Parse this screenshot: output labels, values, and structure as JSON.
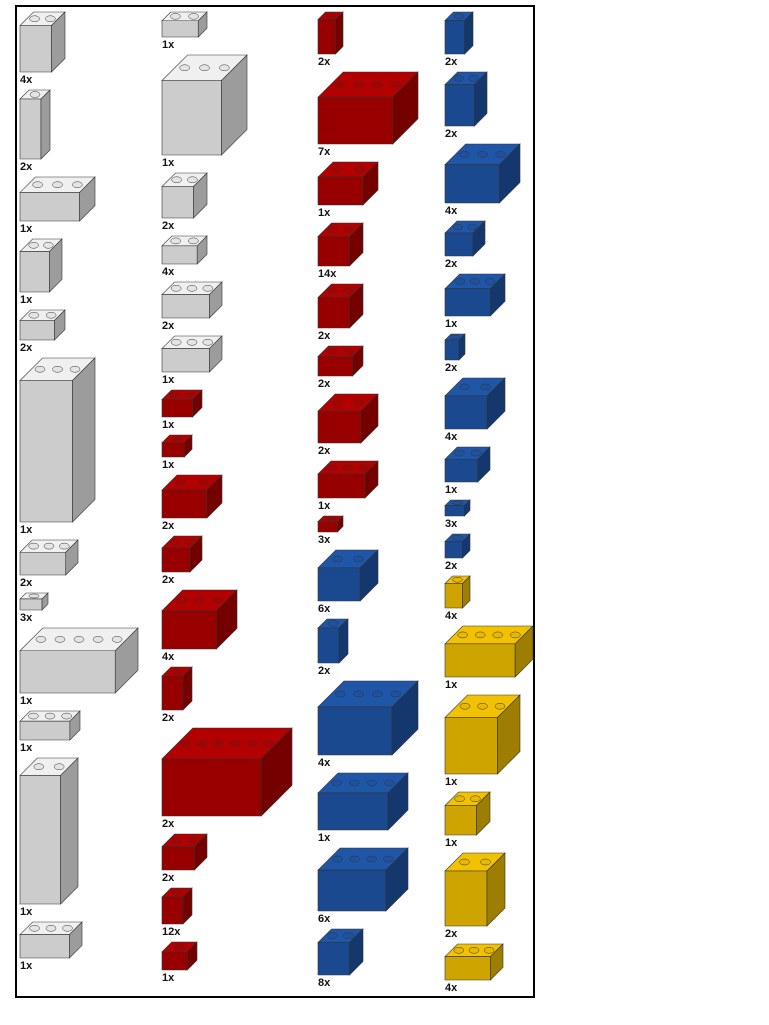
{
  "colors": {
    "white": "#f0f0f0",
    "red": "#b30000",
    "blue": "#1f56a8",
    "yellow": "#f2c200",
    "outline": "#333333",
    "frame": "#000000"
  },
  "columns": [
    {
      "parts": [
        {
          "qty": "4x",
          "color": "white"
        },
        {
          "qty": "2x",
          "color": "white"
        },
        {
          "qty": "1x",
          "color": "white"
        },
        {
          "qty": "1x",
          "color": "white"
        },
        {
          "qty": "2x",
          "color": "white"
        },
        {
          "qty": "1x",
          "color": "white"
        },
        {
          "qty": "2x",
          "color": "white"
        },
        {
          "qty": "3x",
          "color": "white"
        },
        {
          "qty": "1x",
          "color": "white"
        },
        {
          "qty": "1x",
          "color": "white"
        },
        {
          "qty": "1x",
          "color": "white"
        },
        {
          "qty": "1x",
          "color": "white"
        }
      ]
    },
    {
      "parts": [
        {
          "qty": "1x",
          "color": "white"
        },
        {
          "qty": "1x",
          "color": "white"
        },
        {
          "qty": "2x",
          "color": "white"
        },
        {
          "qty": "4x",
          "color": "white"
        },
        {
          "qty": "2x",
          "color": "white"
        },
        {
          "qty": "1x",
          "color": "white"
        },
        {
          "qty": "1x",
          "color": "red"
        },
        {
          "qty": "1x",
          "color": "red"
        },
        {
          "qty": "2x",
          "color": "red"
        },
        {
          "qty": "2x",
          "color": "red"
        },
        {
          "qty": "4x",
          "color": "red"
        },
        {
          "qty": "2x",
          "color": "red"
        },
        {
          "qty": "2x",
          "color": "red"
        },
        {
          "qty": "2x",
          "color": "red"
        },
        {
          "qty": "12x",
          "color": "red"
        },
        {
          "qty": "1x",
          "color": "red"
        }
      ]
    },
    {
      "parts": [
        {
          "qty": "2x",
          "color": "red"
        },
        {
          "qty": "7x",
          "color": "red"
        },
        {
          "qty": "1x",
          "color": "red"
        },
        {
          "qty": "14x",
          "color": "red"
        },
        {
          "qty": "2x",
          "color": "red"
        },
        {
          "qty": "2x",
          "color": "red"
        },
        {
          "qty": "2x",
          "color": "red"
        },
        {
          "qty": "1x",
          "color": "red"
        },
        {
          "qty": "3x",
          "color": "red"
        },
        {
          "qty": "6x",
          "color": "blue"
        },
        {
          "qty": "2x",
          "color": "blue"
        },
        {
          "qty": "4x",
          "color": "blue"
        },
        {
          "qty": "1x",
          "color": "blue"
        },
        {
          "qty": "6x",
          "color": "blue"
        },
        {
          "qty": "8x",
          "color": "blue"
        }
      ]
    },
    {
      "parts": [
        {
          "qty": "2x",
          "color": "blue"
        },
        {
          "qty": "2x",
          "color": "blue"
        },
        {
          "qty": "4x",
          "color": "blue"
        },
        {
          "qty": "2x",
          "color": "blue"
        },
        {
          "qty": "1x",
          "color": "blue"
        },
        {
          "qty": "2x",
          "color": "blue"
        },
        {
          "qty": "4x",
          "color": "blue"
        },
        {
          "qty": "1x",
          "color": "blue"
        },
        {
          "qty": "3x",
          "color": "blue"
        },
        {
          "qty": "2x",
          "color": "blue"
        },
        {
          "qty": "4x",
          "color": "yellow"
        },
        {
          "qty": "1x",
          "color": "yellow"
        },
        {
          "qty": "1x",
          "color": "yellow"
        },
        {
          "qty": "1x",
          "color": "yellow"
        },
        {
          "qty": "2x",
          "color": "yellow"
        },
        {
          "qty": "4x",
          "color": "yellow"
        }
      ]
    }
  ]
}
